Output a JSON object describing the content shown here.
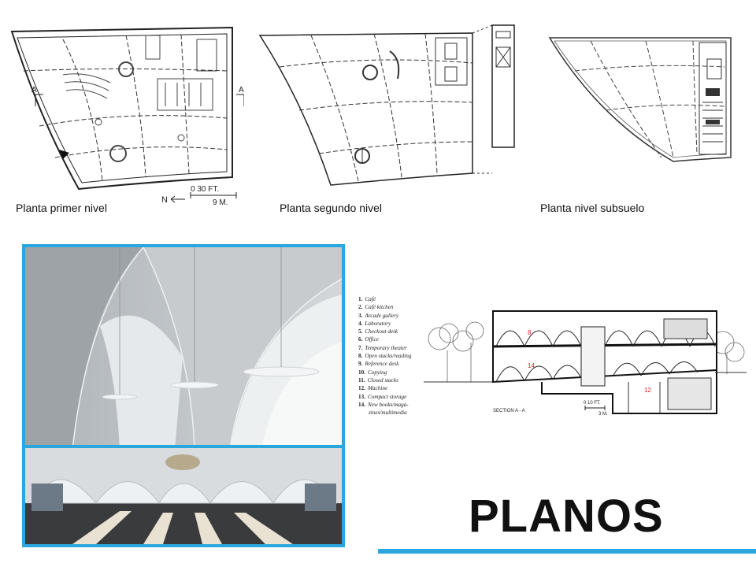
{
  "plans": {
    "first_level_label": "Planta primer nivel",
    "second_level_label": "Planta segundo nivel",
    "basement_label": "Planta nivel subsuelo",
    "section_mark": "A",
    "north_mark": "N",
    "scale_ft": "0    30 FT.",
    "scale_m": "9 M."
  },
  "section": {
    "label": "SECTION A - A",
    "scale_ft": "0    10 FT.",
    "scale_m": "3 M.",
    "tags": [
      "8",
      "14",
      "12"
    ]
  },
  "legend": [
    {
      "num": "1.",
      "text": "Café"
    },
    {
      "num": "2.",
      "text": "Café kitchen"
    },
    {
      "num": "3.",
      "text": "Arcade gallery"
    },
    {
      "num": "4.",
      "text": "Laboratory"
    },
    {
      "num": "5.",
      "text": "Checkout desk"
    },
    {
      "num": "6.",
      "text": "Office"
    },
    {
      "num": "7.",
      "text": "Temporary theater"
    },
    {
      "num": "8.",
      "text": "Open stacks/reading"
    },
    {
      "num": "9.",
      "text": "Reference desk"
    },
    {
      "num": "10.",
      "text": "Copying"
    },
    {
      "num": "11.",
      "text": "Closed stacks"
    },
    {
      "num": "12.",
      "text": "Machine"
    },
    {
      "num": "13.",
      "text": "Compact storage"
    },
    {
      "num": "14.",
      "text": "New books/maga-"
    },
    {
      "num": "",
      "text": "zines/multimedia"
    }
  ],
  "title": "PLANOS",
  "colors": {
    "accent": "#29a8e0",
    "concrete": "#c9cdd0"
  }
}
